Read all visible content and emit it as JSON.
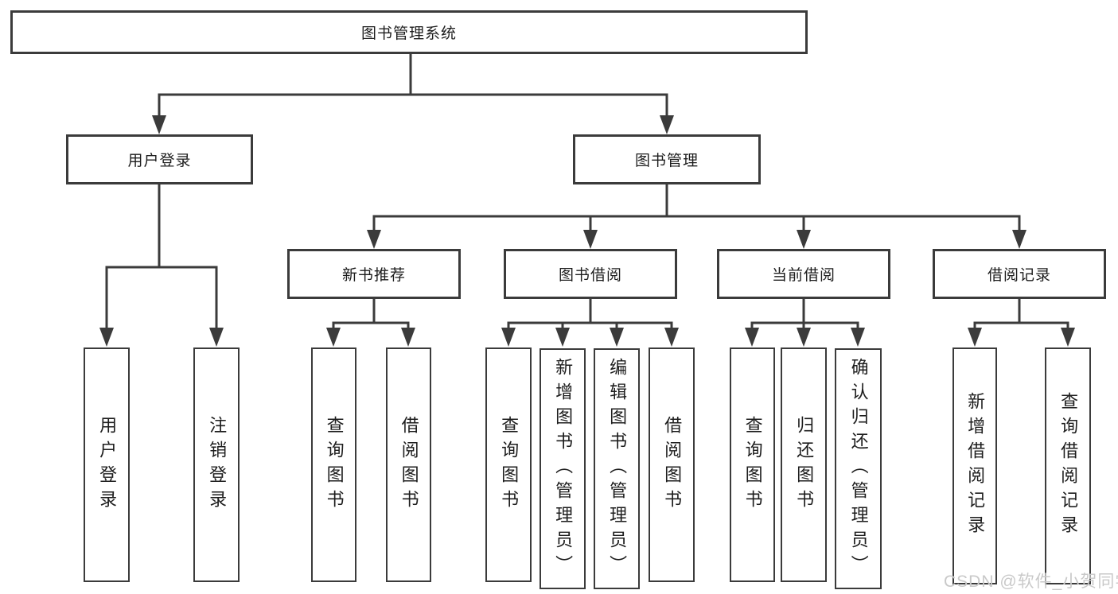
{
  "nodes": {
    "root": "图书管理系统",
    "user_login": "用户登录",
    "book_management": "图书管理",
    "leaf_user_login": "用户登录",
    "leaf_logout": "注销登录",
    "new_book_rec": "新书推荐",
    "book_borrow": "图书借阅",
    "current_borrow": "当前借阅",
    "borrow_records": "借阅记录",
    "nb_query_books": "查询图书",
    "nb_borrow_books": "借阅图书",
    "bb_query_books": "查询图书",
    "bb_add_books": "新增图书（管理员）",
    "bb_edit_books": "编辑图书（管理员）",
    "bb_borrow_books": "借阅图书",
    "cb_query_books": "查询图书",
    "cb_return_books": "归还图书",
    "cb_confirm_return": "确认归还（管理员）",
    "br_add_record": "新增借阅记录",
    "br_query_record": "查询借阅记录"
  },
  "hierarchy": {
    "root": [
      "user_login",
      "book_management"
    ],
    "user_login": [
      "leaf_user_login",
      "leaf_logout"
    ],
    "book_management": [
      "new_book_rec",
      "book_borrow",
      "current_borrow",
      "borrow_records"
    ],
    "new_book_rec": [
      "nb_query_books",
      "nb_borrow_books"
    ],
    "book_borrow": [
      "bb_query_books",
      "bb_add_books",
      "bb_edit_books",
      "bb_borrow_books"
    ],
    "current_borrow": [
      "cb_query_books",
      "cb_return_books",
      "cb_confirm_return"
    ],
    "borrow_records": [
      "br_add_record",
      "br_query_record"
    ]
  },
  "watermark": "CSDN @软件_小贺同学",
  "colors": {
    "line": "#3b3b3b",
    "text": "#1d1d1d",
    "box_background": "#ffffff",
    "page_background": "#ffffff",
    "watermark": "#c9c9c9"
  }
}
